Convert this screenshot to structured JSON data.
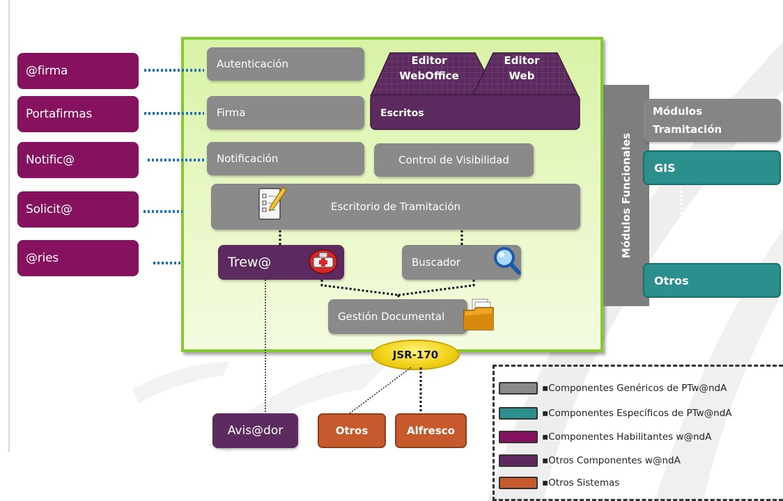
{
  "enablers": [
    {
      "label": "@firma"
    },
    {
      "label": "Portafirmas"
    },
    {
      "label": "Notific@"
    },
    {
      "label": "Solicit@"
    },
    {
      "label": "@ries"
    }
  ],
  "core": {
    "autenticacion": "Autenticación",
    "firma": "Firma",
    "notificacion": "Notificación",
    "control_visibilidad": "Control de Visibilidad",
    "escritorio": "Escritorio de Tramitación",
    "buscador": "Buscador",
    "gestion_documental": "Gestión Documental",
    "trewa": "Trew@",
    "escritos": "Escritos",
    "editor_webOffice": {
      "line1": "Editor",
      "line2": "WebOffice"
    },
    "editor_web": {
      "line1": "Editor",
      "line2": "Web"
    }
  },
  "functional": {
    "vertical_label": "Módulos Funcionales",
    "modulos_tramitacion": {
      "line1": "Módulos",
      "line2": "Tramitación"
    },
    "gis": "GIS",
    "otros": "Otros"
  },
  "jsr": "JSR-170",
  "bottom": {
    "avisador": "Avis@dor",
    "otros": "Otros",
    "alfresco": "Alfresco"
  },
  "legend": [
    {
      "label": "▪Componentes Genéricos de PTw@ndA",
      "color": "#8a8a8a"
    },
    {
      "label": "▪Componentes Específicos de PTw@ndA",
      "color": "#2a8f8d"
    },
    {
      "label": "▪Componentes Habilitantes w@ndA",
      "color": "#85115f"
    },
    {
      "label": "▪Otros Componentes w@ndA",
      "color": "#5c2a5e"
    },
    {
      "label": "▪Otros Sistemas",
      "color": "#c65a2d"
    }
  ],
  "colors": {
    "gray": "#8a8a8a",
    "teal": "#2a8f8d",
    "magenta": "#85115f",
    "purple": "#5c2a5e",
    "orange": "#c65a2d",
    "panel_green": "#84c832"
  }
}
